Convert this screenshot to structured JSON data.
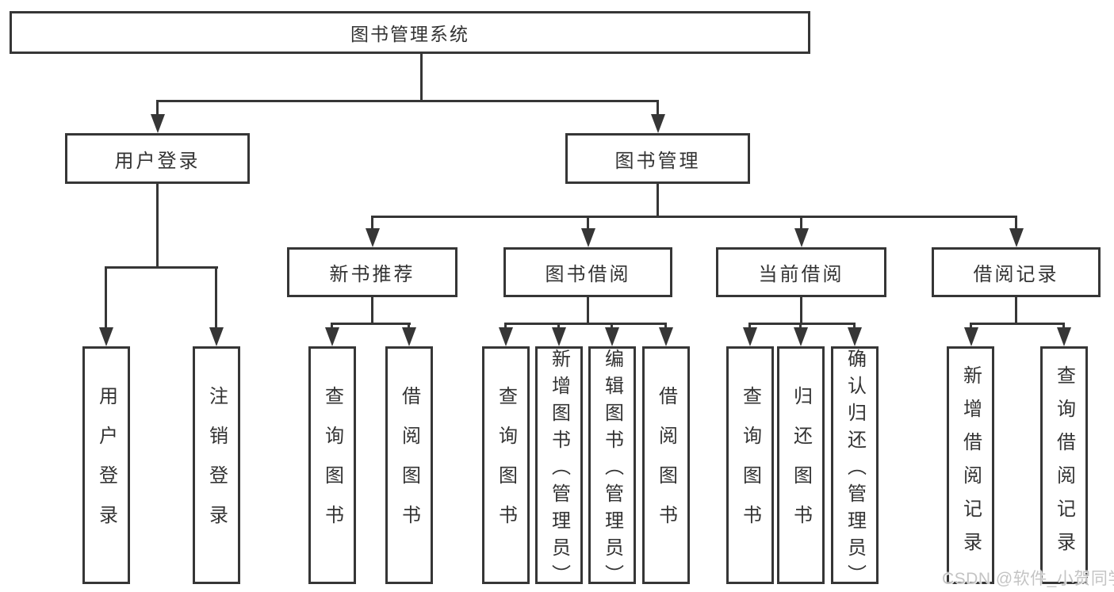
{
  "diagram": {
    "root": "图书管理系统",
    "level2": [
      "用户登录",
      "图书管理"
    ],
    "level3": [
      "新书推荐",
      "图书借阅",
      "当前借阅",
      "借阅记录"
    ],
    "leaves": {
      "user_login": [
        "用户登录",
        "注销登录"
      ],
      "new_books": [
        "查询图书",
        "借阅图书"
      ],
      "book_borrowing": [
        "查询图书",
        "新增图书（管理员）",
        "编辑图书（管理员）",
        "借阅图书"
      ],
      "current_borrowing": [
        "查询图书",
        "归还图书",
        "确认归还（管理员）"
      ],
      "borrowing_records": [
        "新增借阅记录",
        "查询借阅记录"
      ]
    }
  },
  "watermark": "CSDN @软件_小贺同学",
  "colors": {
    "line": "#363636",
    "text": "#333333",
    "watermark": "#c4c4c4",
    "background": "#ffffff"
  }
}
